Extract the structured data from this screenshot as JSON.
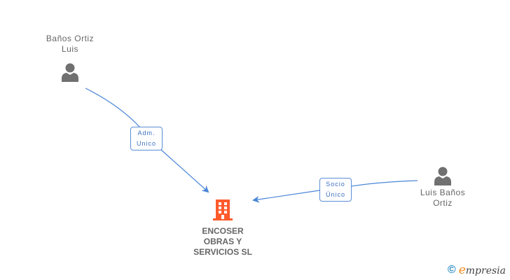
{
  "nodes": {
    "person_top": {
      "name_line1": "Baños Ortiz",
      "name_line2": "Luis",
      "icon": "person-icon"
    },
    "person_right": {
      "name_line1": "Luis Baños",
      "name_line2": "Ortiz",
      "icon": "person-icon"
    },
    "company": {
      "name_line1": "ENCOSER",
      "name_line2": "OBRAS Y",
      "name_line3": "SERVICIOS SL",
      "icon": "building-icon"
    }
  },
  "edges": [
    {
      "from": "person_top",
      "to": "company",
      "label_line1": "Adm.",
      "label_line2": "Unico"
    },
    {
      "from": "person_right",
      "to": "company",
      "label_line1": "Socio",
      "label_line2": "Único"
    }
  ],
  "colors": {
    "edge": "#4a86d8",
    "company_icon": "#ff5a2b",
    "person_icon": "#707070",
    "label_text": "#666666"
  },
  "watermark": {
    "copyright_symbol": "©",
    "brand_first": "e",
    "brand_rest": "mpresia"
  }
}
